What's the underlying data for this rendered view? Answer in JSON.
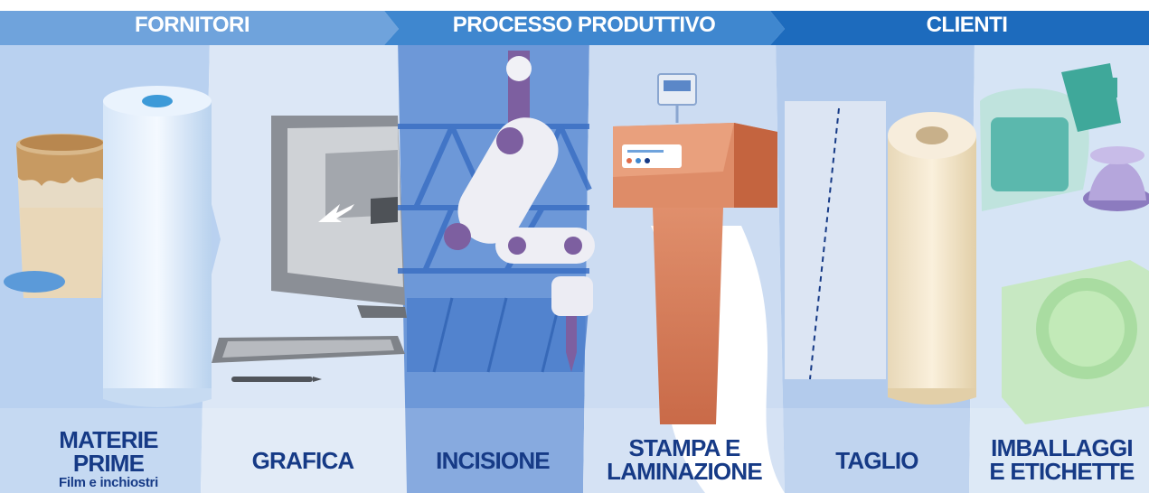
{
  "banner": {
    "sections": [
      {
        "label": "FORNITORI"
      },
      {
        "label": "PROCESSO PRODUTTIVO"
      },
      {
        "label": "CLIENTI"
      }
    ]
  },
  "steps": [
    {
      "label_line1": "MATERIE",
      "label_line2": "PRIME",
      "sublabel": "Film e inchiostri"
    },
    {
      "label_line1": "GRAFICA"
    },
    {
      "label_line1": "INCISIONE"
    },
    {
      "label_line1": "STAMPA E",
      "label_line2": "LAMINAZIONE"
    },
    {
      "label_line1": "TAGLIO"
    },
    {
      "label_line1": "IMBALLAGGI",
      "label_line2": "E ETICHETTE"
    }
  ],
  "colors": {
    "banner_light": "#6fa3dc",
    "banner_mid": "#3f87cf",
    "banner_dark": "#1d6bbd",
    "label_text": "#163a86"
  }
}
